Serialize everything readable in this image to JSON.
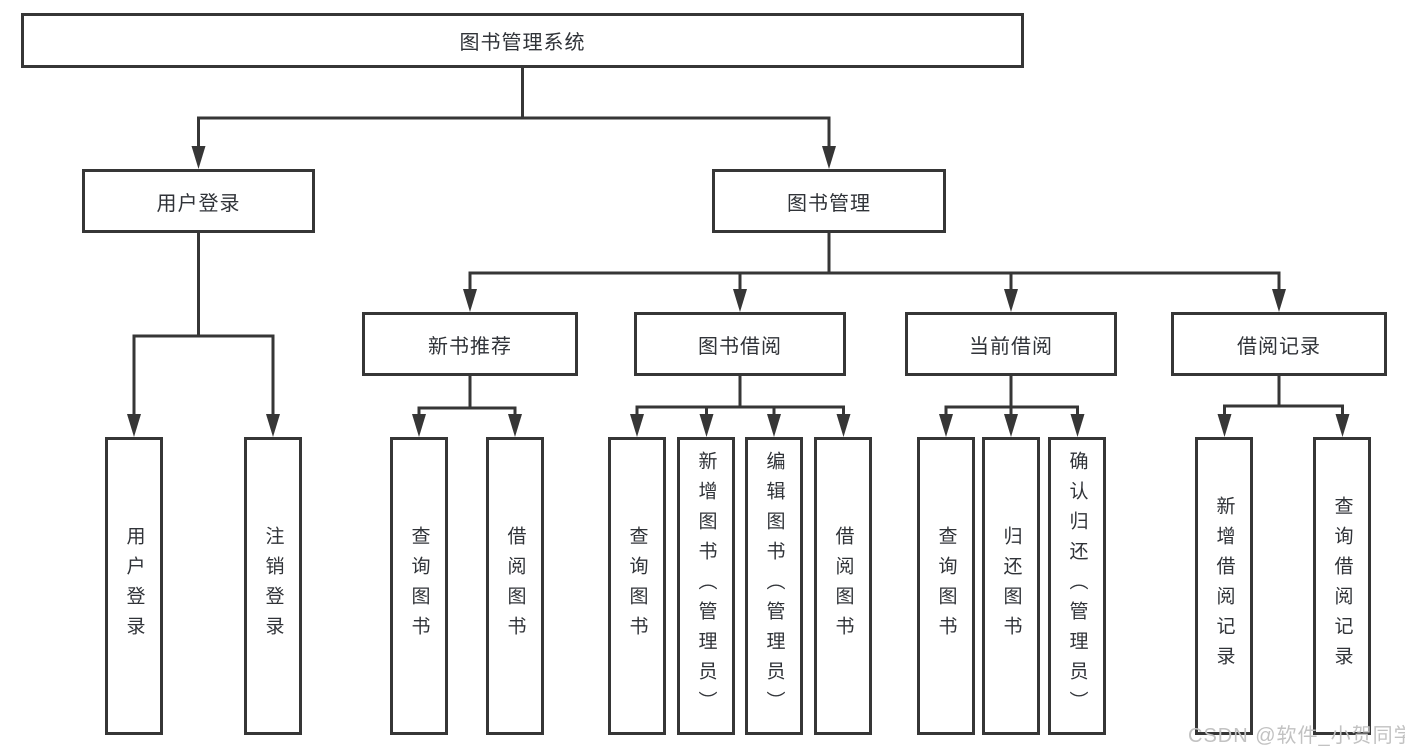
{
  "tree": {
    "label": "图书管理系统",
    "children": [
      {
        "label": "用户登录",
        "children": [
          {
            "label": "用户登录"
          },
          {
            "label": "注销登录"
          }
        ]
      },
      {
        "label": "图书管理",
        "children": [
          {
            "label": "新书推荐",
            "children": [
              {
                "label": "查询图书"
              },
              {
                "label": "借阅图书"
              }
            ]
          },
          {
            "label": "图书借阅",
            "children": [
              {
                "label": "查询图书"
              },
              {
                "label": "新增图书（管理员）"
              },
              {
                "label": "编辑图书（管理员）"
              },
              {
                "label": "借阅图书"
              }
            ]
          },
          {
            "label": "当前借阅",
            "children": [
              {
                "label": "查询图书"
              },
              {
                "label": "归还图书"
              },
              {
                "label": "确认归还（管理员）"
              }
            ]
          },
          {
            "label": "借阅记录",
            "children": [
              {
                "label": "新增借阅记录"
              },
              {
                "label": "查询借阅记录"
              }
            ]
          }
        ]
      }
    ]
  },
  "watermark": "CSDN @软件_小贺同学",
  "colors": {
    "line": "#363636",
    "text": "#303338",
    "watermark": "#c2c2c2",
    "background": "#ffffff"
  }
}
